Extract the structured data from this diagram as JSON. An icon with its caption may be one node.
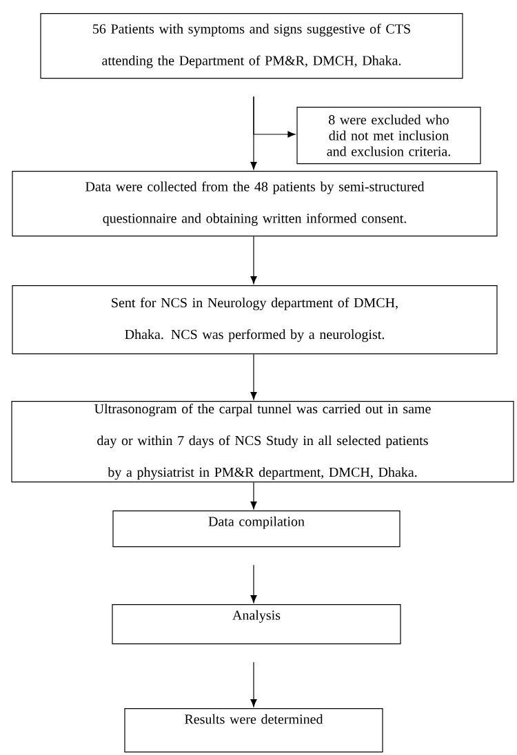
{
  "diagram": {
    "nodes": [
      {
        "text": [
          "56 Patients with symptoms and signs suggestive of CTS attending the Department of PM&R, DMCH, Dhaka."
        ]
      },
      {
        "text": [
          "8 were excluded who did not met inclusion and exclusion criteria."
        ]
      },
      {
        "text": [
          "Data were collected from the 48 patients by semi-structured questionnaire and obtaining written informed consent."
        ]
      },
      {
        "text": [
          "Sent for NCS in Neurology department of DMCH, Dhaka. NCS was performed by a neurologist."
        ]
      },
      {
        "text": [
          "Ultrasonogram of the carpal tunnel was carried out in same day or within 7 days of NCS Study in all selected patients by a physiatrist in PM&R department, DMCH, Dhaka."
        ]
      },
      {
        "text": [
          "Data compilation"
        ]
      },
      {
        "text": [
          "Analysis"
        ]
      },
      {
        "text": [
          "Results were determined"
        ]
      }
    ],
    "edges": [
      {
        "from": 0,
        "to": 2,
        "arrow": "to"
      },
      {
        "from": 0,
        "to": 1,
        "arrow": "to"
      },
      {
        "from": 2,
        "to": 3,
        "arrow": "to"
      },
      {
        "from": 3,
        "to": 4,
        "arrow": "to"
      },
      {
        "from": 4,
        "to": 5,
        "arrow": "to"
      },
      {
        "from": 5,
        "to": 6,
        "arrow": "to"
      },
      {
        "from": 6,
        "to": 7,
        "arrow": "to"
      }
    ]
  }
}
